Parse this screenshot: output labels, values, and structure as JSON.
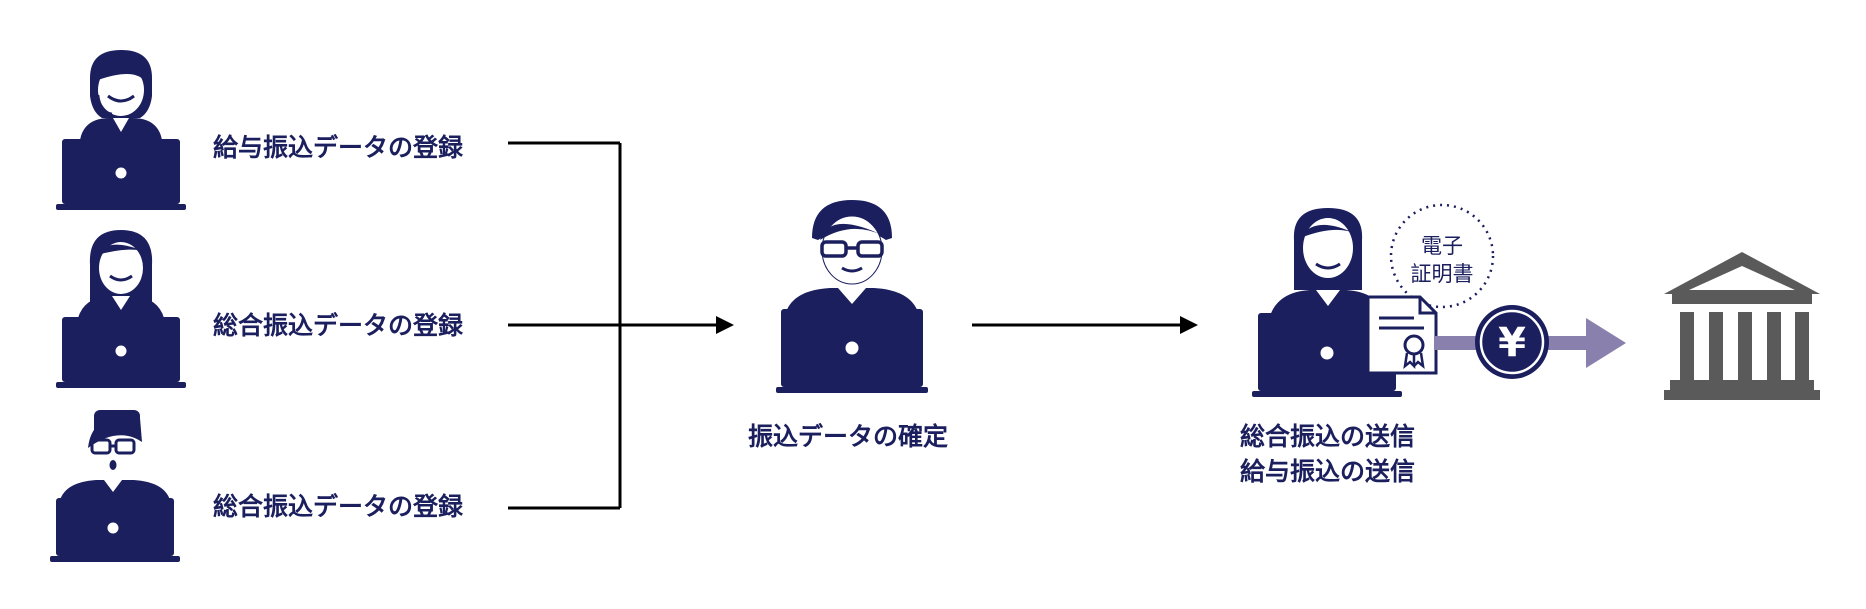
{
  "colors": {
    "navy": "#1b1f5e",
    "connector": "#000000",
    "arrow_purple": "#8a80ad",
    "bank_gray": "#5a5a5a",
    "white": "#ffffff"
  },
  "registrants": [
    {
      "label": "給与振込データの登録",
      "icon": "woman-headset-laptop-icon"
    },
    {
      "label": "総合振込データの登録",
      "icon": "woman-long-hair-laptop-icon"
    },
    {
      "label": "総合振込データの登録",
      "icon": "man-glasses-laptop-icon"
    }
  ],
  "approver": {
    "label": "振込データの確定",
    "icon": "man-glasses-laptop-icon"
  },
  "sender": {
    "lines": [
      "総合振込の送信",
      "給与振込の送信"
    ],
    "icon": "woman-laptop-icon"
  },
  "certificate": {
    "lines": [
      "電子",
      "証明書"
    ],
    "icon": "certificate-icon"
  },
  "transfer": {
    "symbol": "¥",
    "icon": "yen-coin-icon"
  },
  "bank": {
    "icon": "bank-icon"
  }
}
